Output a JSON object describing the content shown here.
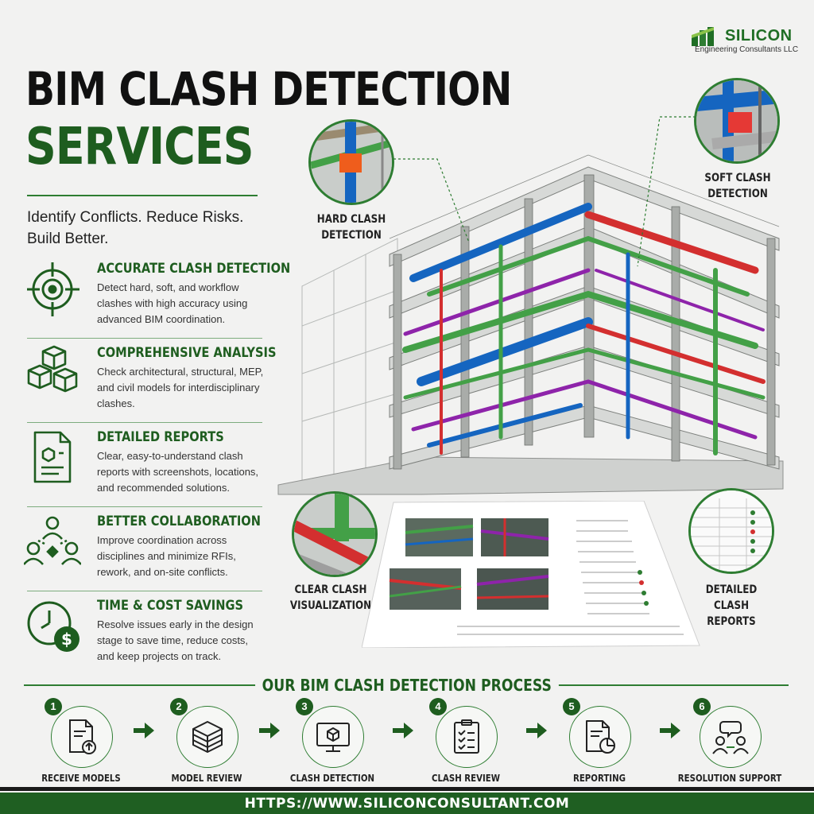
{
  "brand": {
    "name": "SILICON",
    "subtitle": "Engineering Consultants LLC",
    "color": "#1f6e25"
  },
  "header": {
    "title_line1": "BIM CLASH DETECTION",
    "title_line2": "SERVICES",
    "tagline_line1": "Identify Conflicts. Reduce Risks.",
    "tagline_line2": "Build Better."
  },
  "features": [
    {
      "icon": "target-icon",
      "title": "ACCURATE CLASH DETECTION",
      "description": "Detect hard, soft, and workflow clashes with high accuracy using advanced BIM coordination."
    },
    {
      "icon": "cubes-icon",
      "title": "COMPREHENSIVE ANALYSIS",
      "description": "Check architectural, structural, MEP, and civil models for interdisciplinary clashes."
    },
    {
      "icon": "report-document-icon",
      "title": "DETAILED REPORTS",
      "description": "Clear, easy-to-understand clash reports with screenshots, locations, and recommended solutions."
    },
    {
      "icon": "team-collaboration-icon",
      "title": "BETTER COLLABORATION",
      "description": "Improve coordination across disciplines and minimize RFIs, rework, and on-site conflicts."
    },
    {
      "icon": "clock-dollar-icon",
      "title": "TIME & COST SAVINGS",
      "description": "Resolve issues early in the design stage to save time, reduce costs, and keep projects on track."
    }
  ],
  "callouts": {
    "hard_clash": {
      "line1": "HARD CLASH",
      "line2": "DETECTION"
    },
    "soft_clash": {
      "line1": "SOFT CLASH",
      "line2": "DETECTION"
    },
    "visualization": {
      "line1": "CLEAR CLASH",
      "line2": "VISUALIZATION"
    },
    "reports": {
      "line1": "DETAILED CLASH",
      "line2": "REPORTS"
    }
  },
  "process": {
    "title": "OUR BIM CLASH DETECTION PROCESS",
    "steps": [
      {
        "number": "1",
        "label": "RECEIVE MODELS",
        "icon": "document-upload-icon"
      },
      {
        "number": "2",
        "label": "MODEL REVIEW",
        "icon": "layers-cube-icon"
      },
      {
        "number": "3",
        "label": "CLASH DETECTION",
        "icon": "monitor-cube-icon"
      },
      {
        "number": "4",
        "label": "CLASH REVIEW",
        "icon": "checklist-icon"
      },
      {
        "number": "5",
        "label": "REPORTING",
        "icon": "report-pie-icon"
      },
      {
        "number": "6",
        "label": "RESOLUTION SUPPORT",
        "icon": "people-handshake-icon"
      }
    ]
  },
  "footer": {
    "url": "HTTPS://WWW.SILICONCONSULTANT.COM"
  },
  "colors": {
    "primary_green": "#1e5d1f",
    "accent_green": "#2e7d32",
    "pipe_red": "#d32f2f",
    "pipe_blue": "#1565c0",
    "pipe_green": "#43a047",
    "pipe_purple": "#8e24aa",
    "background": "#f2f2f1"
  }
}
